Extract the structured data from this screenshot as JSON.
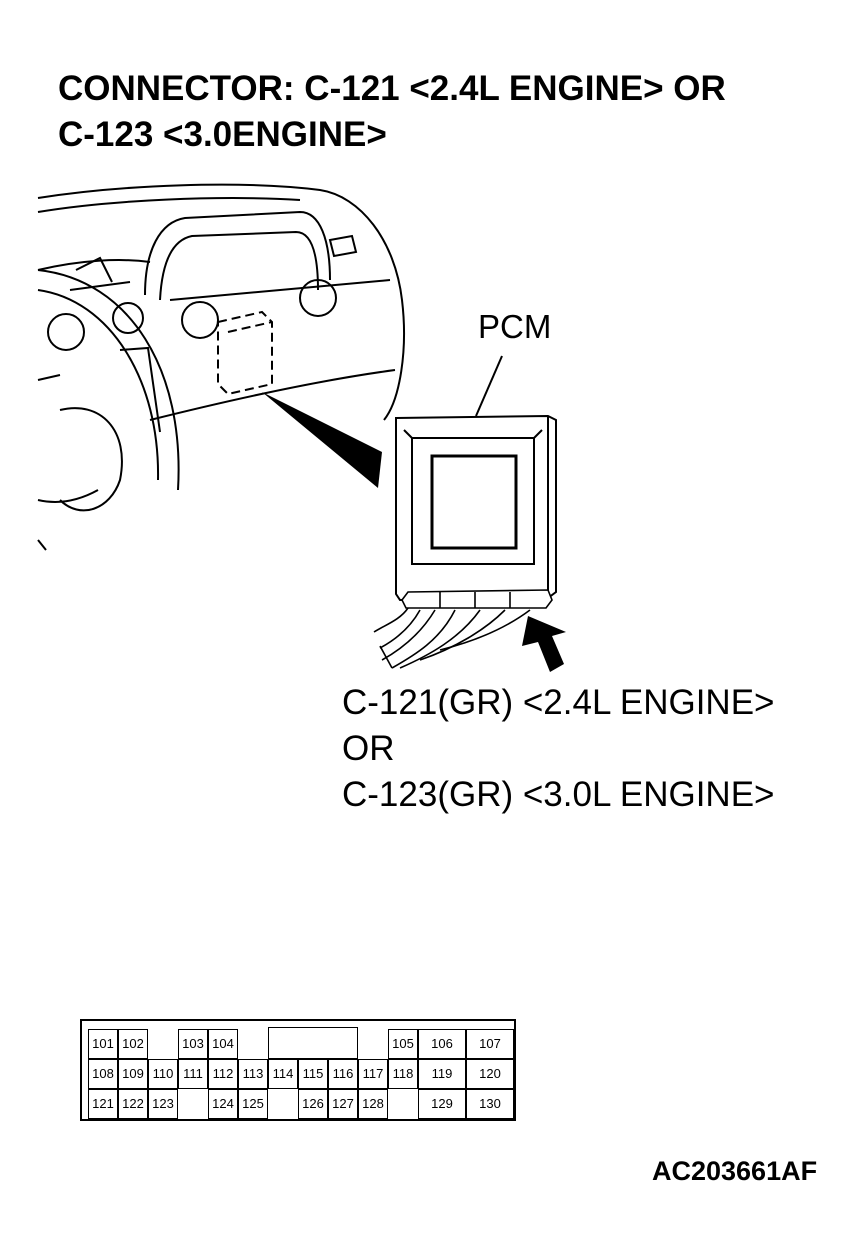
{
  "title": {
    "line1": "CONNECTOR: C-121 <2.4L ENGINE> OR",
    "line2": "C-123 <3.0ENGINE>"
  },
  "component_label": "PCM",
  "connector_labels": {
    "line1": "C-121(GR) <2.4L ENGINE>",
    "line2": "OR",
    "line3": "C-123(GR) <3.0L ENGINE>"
  },
  "connector_pins": {
    "row1": [
      "101",
      "102",
      "103",
      "104",
      "105",
      "106",
      "107"
    ],
    "row2": [
      "108",
      "109",
      "110",
      "111",
      "112",
      "113",
      "114",
      "115",
      "116",
      "117",
      "118",
      "119",
      "120"
    ],
    "row3": [
      "121",
      "122",
      "123",
      "124",
      "125",
      "126",
      "127",
      "128",
      "129",
      "130"
    ]
  },
  "figure_id": "AC203661AF"
}
